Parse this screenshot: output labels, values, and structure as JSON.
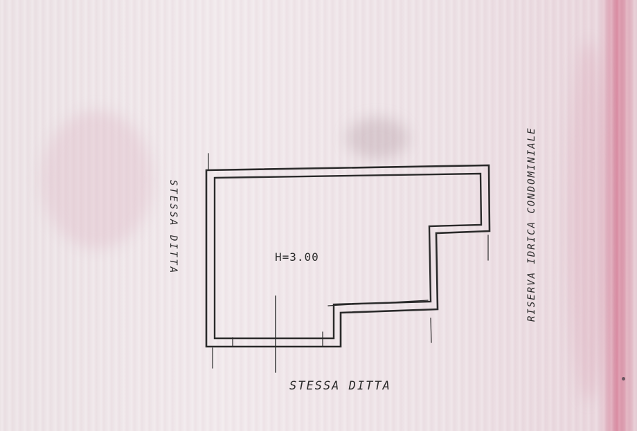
{
  "plan": {
    "room_height_label": "H=3.00",
    "bottom_label": "STESSA DITTA",
    "left_label": "STESSA DITTA",
    "right_label": "RISERVA IDRICA CONDOMINIALE"
  },
  "colors": {
    "paper": "#ede3e7",
    "ink": "#2a2a2a",
    "edge_stain": "#d889a0"
  }
}
